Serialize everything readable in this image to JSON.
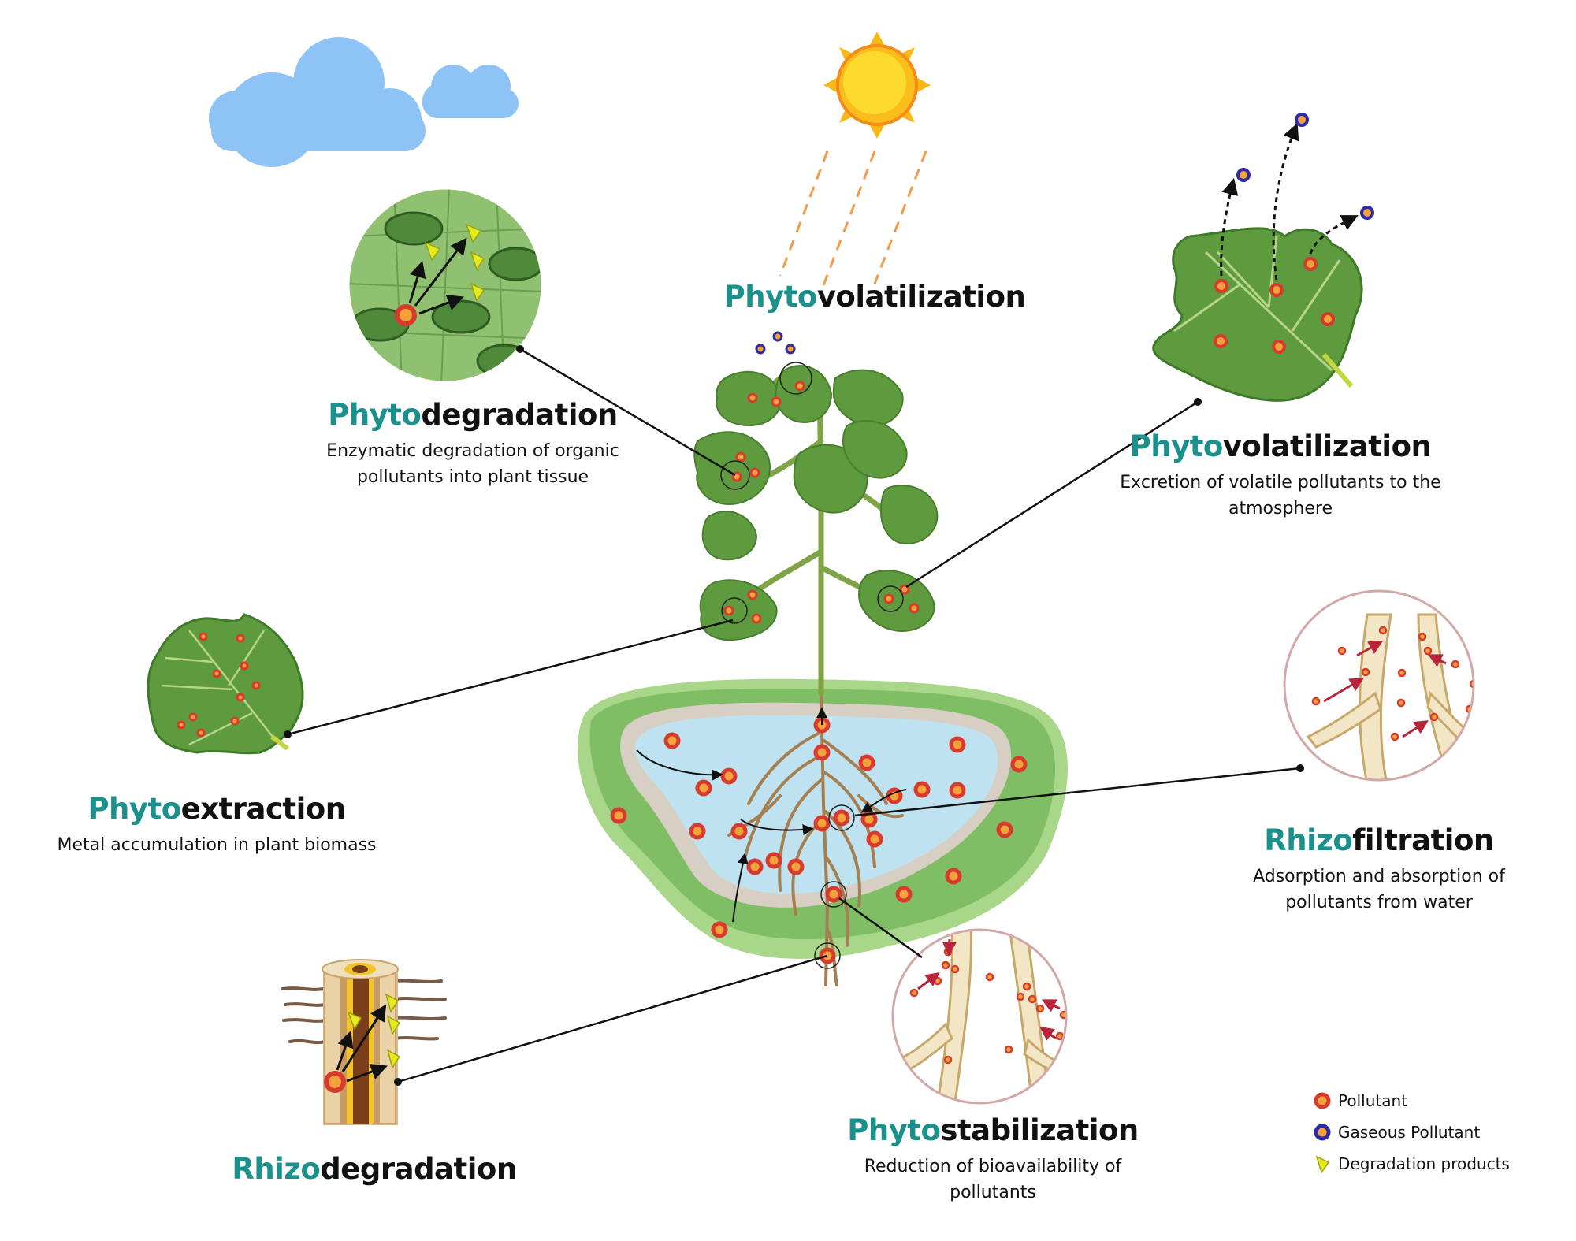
{
  "labels": {
    "top_volatilization": {
      "prefix": "Phyto",
      "suffix": "volatilization"
    },
    "degradation": {
      "prefix": "Phyto",
      "suffix": "degradation",
      "desc_1": "Enzymatic degradation of organic",
      "desc_2": "pollutants into plant tissue"
    },
    "volatilization": {
      "prefix": "Phyto",
      "suffix": "volatilization",
      "desc_1": "Excretion of volatile pollutants to the",
      "desc_2": "atmosphere"
    },
    "extraction": {
      "prefix": "Phyto",
      "suffix": "extraction",
      "desc_1": "Metal accumulation in plant biomass"
    },
    "rhizofiltration": {
      "prefix": "Rhizo",
      "suffix": "filtration",
      "desc_1": "Adsorption and  absorption of",
      "desc_2": "pollutants from water"
    },
    "rhizodegradation": {
      "prefix": "Rhizo",
      "suffix": "degradation"
    },
    "stabilization": {
      "prefix": "Phyto",
      "suffix": "stabilization",
      "desc_1": "Reduction of bioavailability of",
      "desc_2": "pollutants"
    }
  },
  "legend": {
    "pollutant": "Pollutant",
    "gaseous_pollutant": "Gaseous Pollutant",
    "degradation_products": "Degradation products"
  },
  "colors": {
    "accent_teal": "#1a918c",
    "pollutant_ring": "#d83a2e",
    "pollutant_core": "#f4a23a",
    "gaseous_ring": "#2e2aa8",
    "degradation_product": "#e4ea1c",
    "leaf": "#5e9a3e",
    "water": "#bfe2f0",
    "cloud": "#8ec4f5",
    "sun": "#f9b814"
  }
}
